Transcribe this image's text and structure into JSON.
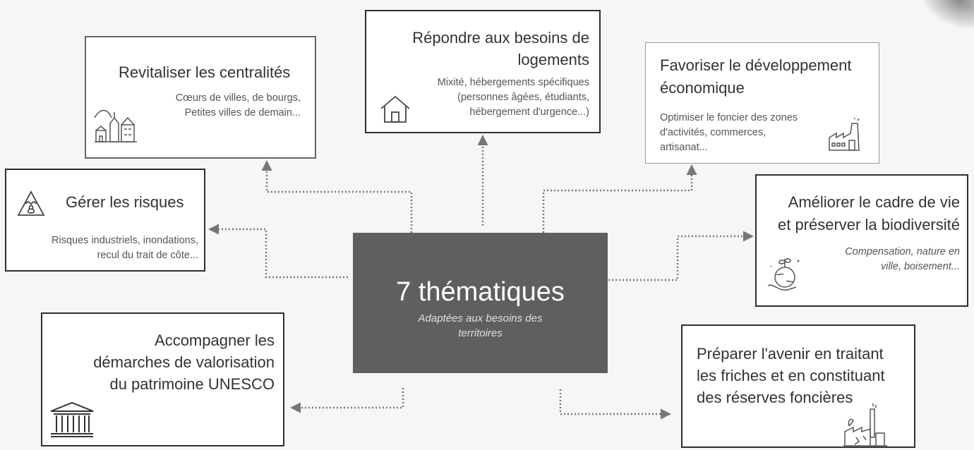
{
  "center": {
    "title": "7 thématiques",
    "subtitle_line1": "Adaptées aux besoins des",
    "subtitle_line2": "territoires"
  },
  "themes": {
    "centralites": {
      "title": "Revitaliser les centralités",
      "sub1": "Cœurs de villes, de bourgs,",
      "sub2": "Petites villes de demain...",
      "icon": "town-icon"
    },
    "logements": {
      "title1": "Répondre aux besoins de",
      "title2": "logements",
      "sub1": "Mixité, hébergements spécifiques",
      "sub2": "(personnes âgées, étudiants,",
      "sub3": "hébergement d'urgence...)",
      "icon": "house-icon"
    },
    "economique": {
      "title1": "Favoriser le développement",
      "title2": "économique",
      "sub1": "Optimiser le foncier des zones",
      "sub2": "d'activités, commerces,",
      "sub3": "artisanat...",
      "icon": "factory-icon"
    },
    "risques": {
      "title": "Gérer les risques",
      "sub1": "Risques industriels, inondations,",
      "sub2": "recul du trait de côte...",
      "icon": "hazard-icon"
    },
    "biodiversite": {
      "title1": "Améliorer le cadre de vie",
      "title2": "et préserver la biodiversité",
      "sub1": "Compensation, nature en",
      "sub2": "ville, boisement...",
      "icon": "planet-plant-icon"
    },
    "unesco": {
      "title1": "Accompagner les",
      "title2": "démarches de valorisation",
      "title3": "du patrimoine UNESCO",
      "icon": "unesco-temple-icon"
    },
    "friches": {
      "title1": "Préparer l'avenir en traitant",
      "title2": "les friches et en constituant",
      "title3": "des réserves foncières",
      "icon": "wasteland-factory-icon"
    }
  }
}
